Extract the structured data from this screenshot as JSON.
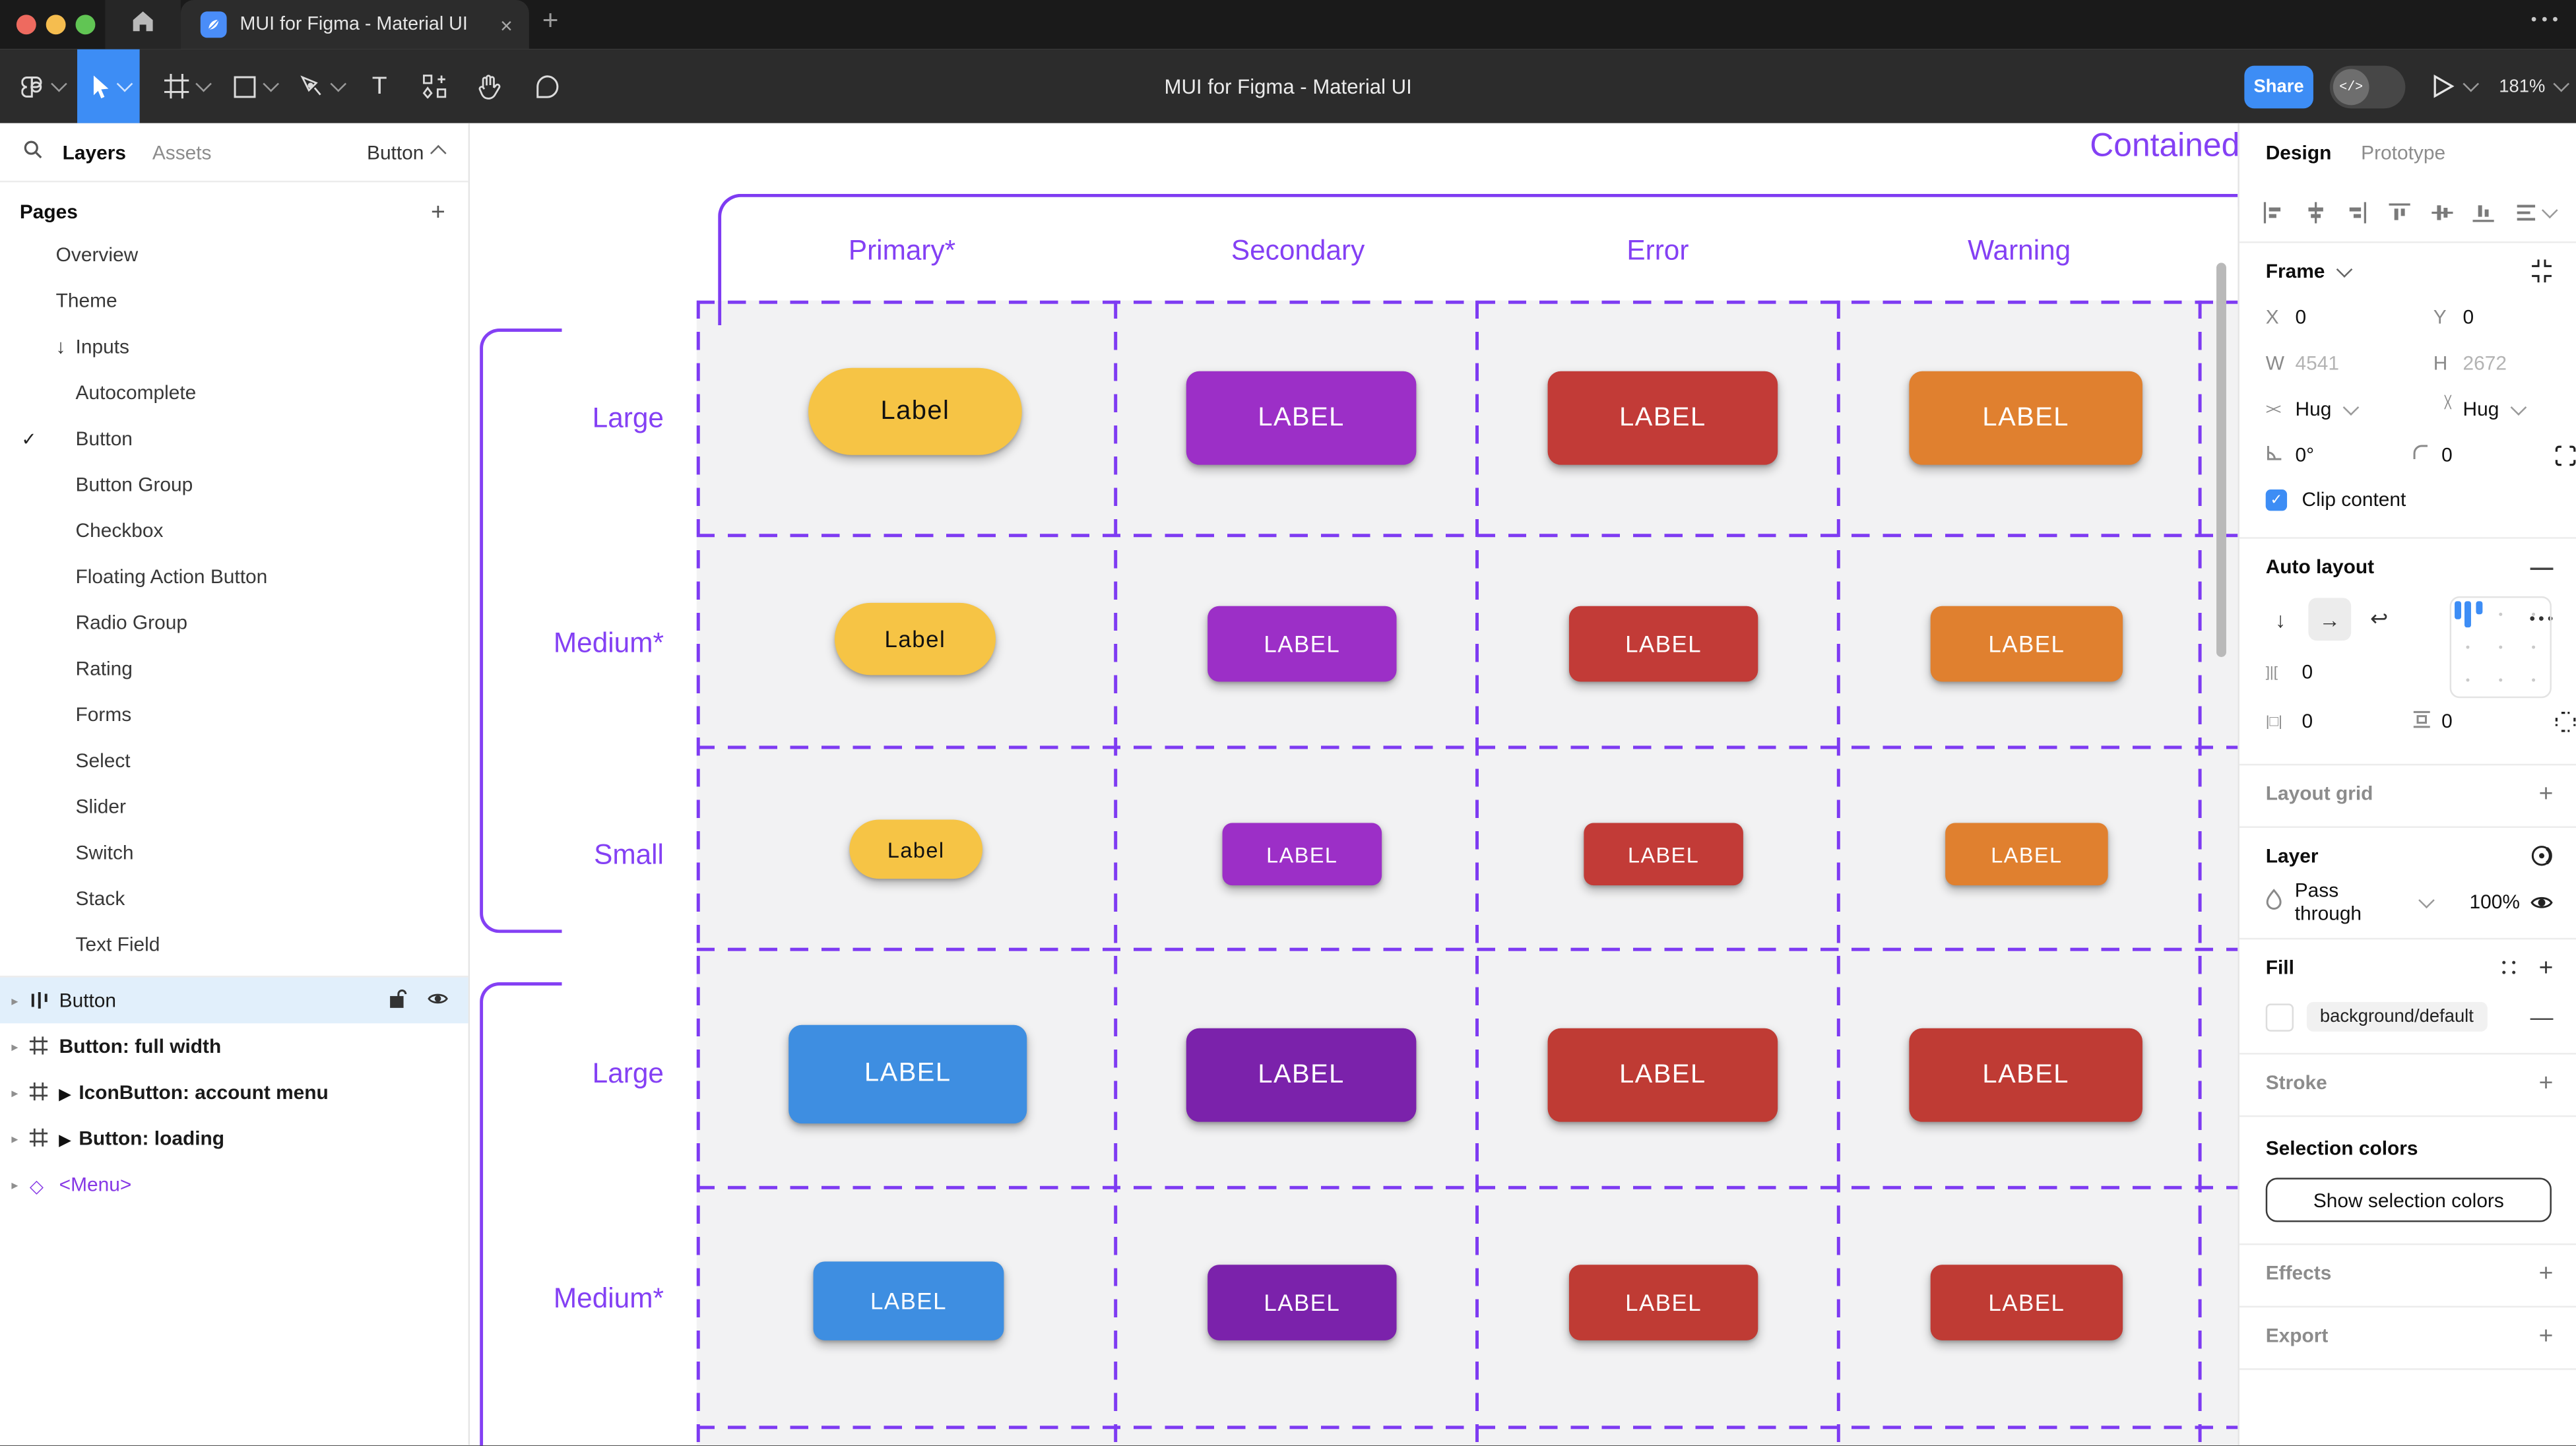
{
  "icons": {
    "check": "✓",
    "arrow_down": "↓",
    "arrow_right": "→",
    "wrap": "↩",
    "triangle": "▶",
    "tri_collapsed": "▸",
    "diamond": "◇",
    "hash": "#",
    "plus": "+",
    "minus": "—",
    "ellipsis": "•••",
    "close": "×",
    "gap": "]|[",
    "pad_h": "|□|",
    "hug_h": "><",
    "dev": "</>",
    "text_tool": "T",
    "label_pill_text": "Label"
  },
  "window": {
    "tab_title": "MUI for Figma - Material UI",
    "toolbar_title": "MUI for Figma - Material UI",
    "share_label": "Share",
    "zoom_level": "181%"
  },
  "left_panel": {
    "tabs": {
      "layers": "Layers",
      "assets": "Assets"
    },
    "jump_label": "Button",
    "pages_header": "Pages",
    "pages": [
      {
        "label": "Overview",
        "level": 1
      },
      {
        "label": "Theme",
        "level": 1
      },
      {
        "label": "Inputs",
        "level": 1,
        "expanded": true
      },
      {
        "label": "Autocomplete",
        "level": 2
      },
      {
        "label": "Button",
        "level": 2,
        "current": true
      },
      {
        "label": "Button Group",
        "level": 2
      },
      {
        "label": "Checkbox",
        "level": 2
      },
      {
        "label": "Floating Action Button",
        "level": 2
      },
      {
        "label": "Radio Group",
        "level": 2
      },
      {
        "label": "Rating",
        "level": 2
      },
      {
        "label": "Forms",
        "level": 2
      },
      {
        "label": "Select",
        "level": 2
      },
      {
        "label": "Slider",
        "level": 2
      },
      {
        "label": "Switch",
        "level": 2
      },
      {
        "label": "Stack",
        "level": 2
      },
      {
        "label": "Text Field",
        "level": 2
      }
    ],
    "layers": [
      {
        "label": "Button",
        "type": "auto-layout",
        "selected": true
      },
      {
        "label": "Button: full width",
        "type": "frame"
      },
      {
        "label": "IconButton: account menu",
        "type": "frame",
        "prefix": "▶"
      },
      {
        "label": "Button: loading",
        "type": "frame",
        "prefix": "▶"
      },
      {
        "label": "<Menu>",
        "type": "instance"
      }
    ]
  },
  "canvas": {
    "title": "Contained",
    "accent": "#8440F4",
    "columns": [
      "Primary*",
      "Secondary",
      "Error",
      "Warning"
    ],
    "rows": [
      {
        "label": "Large",
        "cells": [
          {
            "label": "Label",
            "bg": "#F6C445",
            "fg": "#111111"
          },
          {
            "label": "LABEL",
            "bg": "#9C2FC7",
            "fg": "#FFFFFF"
          },
          {
            "label": "LABEL",
            "bg": "#C23B37",
            "fg": "#FFFFFF"
          },
          {
            "label": "LABEL",
            "bg": "#E0802F",
            "fg": "#FFFFFF"
          }
        ]
      },
      {
        "label": "Medium*",
        "cells": [
          {
            "label": "Label",
            "bg": "#F6C445",
            "fg": "#111111"
          },
          {
            "label": "LABEL",
            "bg": "#9C2FC7",
            "fg": "#FFFFFF"
          },
          {
            "label": "LABEL",
            "bg": "#C23B37",
            "fg": "#FFFFFF"
          },
          {
            "label": "LABEL",
            "bg": "#E0802F",
            "fg": "#FFFFFF"
          }
        ]
      },
      {
        "label": "Small",
        "cells": [
          {
            "label": "Label",
            "bg": "#F6C445",
            "fg": "#111111"
          },
          {
            "label": "LABEL",
            "bg": "#9C2FC7",
            "fg": "#FFFFFF"
          },
          {
            "label": "LABEL",
            "bg": "#C23B37",
            "fg": "#FFFFFF"
          },
          {
            "label": "LABEL",
            "bg": "#E0802F",
            "fg": "#FFFFFF"
          }
        ]
      },
      {
        "label": "Large",
        "cells": [
          {
            "label": "LABEL",
            "bg": "#3E8EE1",
            "fg": "#FFFFFF"
          },
          {
            "label": "LABEL",
            "bg": "#7B22AB",
            "fg": "#FFFFFF"
          },
          {
            "label": "LABEL",
            "bg": "#BF3B34",
            "fg": "#FFFFFF"
          },
          {
            "label": "LABEL",
            "bg": "#BF3B34",
            "fg": "#FFFFFF"
          }
        ]
      },
      {
        "label": "Medium*",
        "cells": [
          {
            "label": "LABEL",
            "bg": "#3E8EE1",
            "fg": "#FFFFFF"
          },
          {
            "label": "LABEL",
            "bg": "#7B22AB",
            "fg": "#FFFFFF"
          },
          {
            "label": "LABEL",
            "bg": "#BF3B34",
            "fg": "#FFFFFF"
          },
          {
            "label": "LABEL",
            "bg": "#BF3B34",
            "fg": "#FFFFFF"
          }
        ]
      }
    ]
  },
  "right_panel": {
    "tabs": {
      "design": "Design",
      "prototype": "Prototype"
    },
    "frame": {
      "header": "Frame",
      "x_label": "X",
      "x": "0",
      "y_label": "Y",
      "y": "0",
      "w_label": "W",
      "w": "4541",
      "h_label": "H",
      "h": "2672",
      "hug_h": "Hug",
      "hug_v": "Hug",
      "rotation": "0°",
      "corner_radius": "0",
      "clip_label": "Clip content"
    },
    "auto_layout": {
      "header": "Auto layout",
      "gap": "0",
      "padding_h": "0",
      "padding_v": "0"
    },
    "layout_grid_header": "Layout grid",
    "layer": {
      "header": "Layer",
      "blend": "Pass through",
      "opacity": "100%"
    },
    "fill": {
      "header": "Fill",
      "token": "background/default"
    },
    "stroke_header": "Stroke",
    "selection_colors": {
      "header": "Selection colors",
      "button": "Show selection colors"
    },
    "effects_header": "Effects",
    "export_header": "Export"
  }
}
